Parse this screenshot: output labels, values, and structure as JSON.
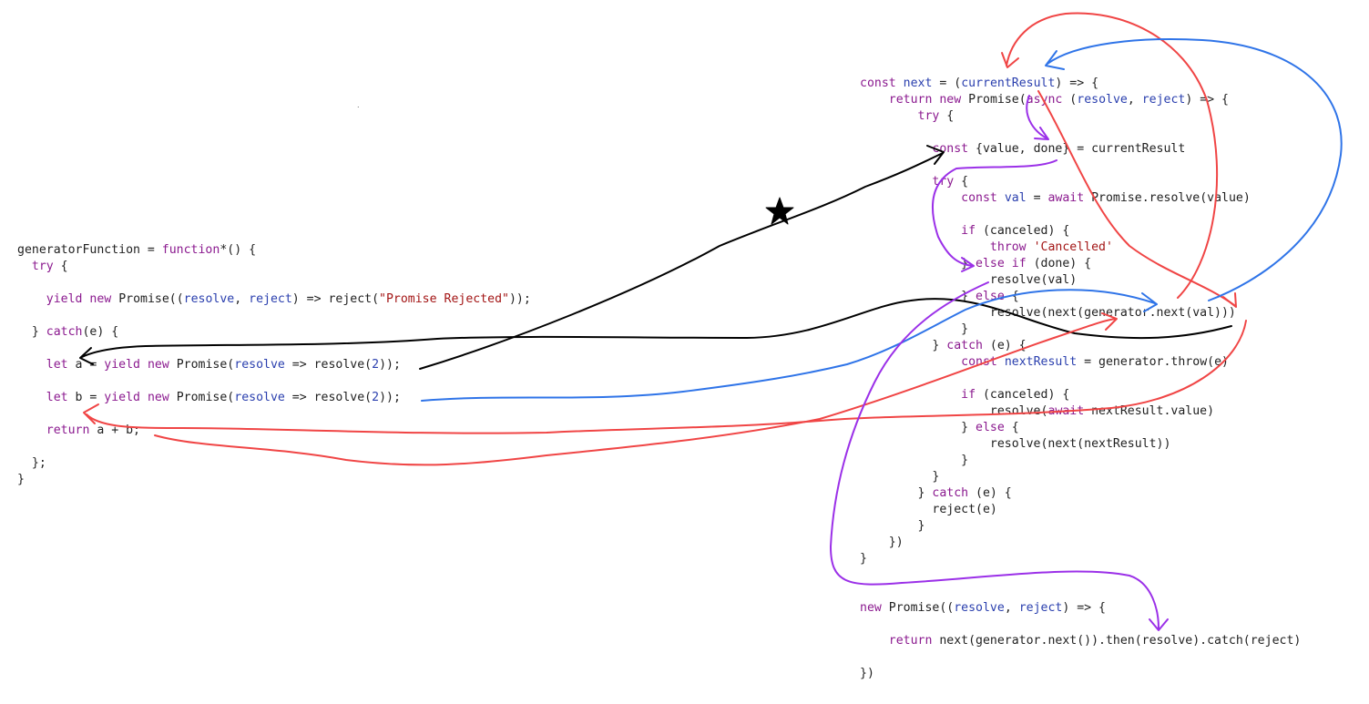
{
  "left_code": [
    [
      [
        "generatorFunction = ",
        ""
      ],
      [
        "function",
        "kw"
      ],
      [
        "*() {",
        ""
      ]
    ],
    [
      [
        "  ",
        ""
      ],
      [
        "try",
        "kw"
      ],
      [
        " {",
        ""
      ]
    ],
    [],
    [
      [
        "    ",
        ""
      ],
      [
        "yield",
        "kw"
      ],
      [
        " ",
        ""
      ],
      [
        "new",
        "kw"
      ],
      [
        " Promise((",
        ""
      ],
      [
        "resolve",
        "param"
      ],
      [
        ", ",
        ""
      ],
      [
        "reject",
        "param"
      ],
      [
        ") => reject(",
        ""
      ],
      [
        "\"Promise Rejected\"",
        "str"
      ],
      [
        "));",
        ""
      ]
    ],
    [],
    [
      [
        "  } ",
        ""
      ],
      [
        "catch",
        "kw"
      ],
      [
        "(e) {",
        ""
      ]
    ],
    [],
    [
      [
        "    ",
        ""
      ],
      [
        "let",
        "kw"
      ],
      [
        " a = ",
        ""
      ],
      [
        "yield",
        "kw"
      ],
      [
        " ",
        ""
      ],
      [
        "new",
        "kw"
      ],
      [
        " Promise(",
        ""
      ],
      [
        "resolve",
        "param"
      ],
      [
        " => resolve(",
        ""
      ],
      [
        "2",
        "param"
      ],
      [
        "));",
        ""
      ]
    ],
    [],
    [
      [
        "    ",
        ""
      ],
      [
        "let",
        "kw"
      ],
      [
        " b = ",
        ""
      ],
      [
        "yield",
        "kw"
      ],
      [
        " ",
        ""
      ],
      [
        "new",
        "kw"
      ],
      [
        " Promise(",
        ""
      ],
      [
        "resolve",
        "param"
      ],
      [
        " => resolve(",
        ""
      ],
      [
        "2",
        "param"
      ],
      [
        "));",
        ""
      ]
    ],
    [],
    [
      [
        "    ",
        ""
      ],
      [
        "return",
        "kw"
      ],
      [
        " a + b;",
        ""
      ]
    ],
    [],
    [
      [
        "  };",
        ""
      ]
    ],
    [
      [
        "}",
        ""
      ]
    ]
  ],
  "right_code": [
    [
      [
        "const",
        "kw"
      ],
      [
        " ",
        ""
      ],
      [
        "next",
        "param"
      ],
      [
        " = (",
        ""
      ],
      [
        "currentResult",
        "param"
      ],
      [
        ") => {",
        ""
      ]
    ],
    [
      [
        "    ",
        ""
      ],
      [
        "return",
        "kw"
      ],
      [
        " ",
        ""
      ],
      [
        "new",
        "kw"
      ],
      [
        " Promise(",
        ""
      ],
      [
        "async",
        "kw"
      ],
      [
        " (",
        ""
      ],
      [
        "resolve",
        "param"
      ],
      [
        ", ",
        ""
      ],
      [
        "reject",
        "param"
      ],
      [
        ") => {",
        ""
      ]
    ],
    [
      [
        "        ",
        ""
      ],
      [
        "try",
        "kw"
      ],
      [
        " {",
        ""
      ]
    ],
    [],
    [
      [
        "          ",
        ""
      ],
      [
        "const",
        "kw"
      ],
      [
        " {value, done} = currentResult",
        ""
      ]
    ],
    [],
    [
      [
        "          ",
        ""
      ],
      [
        "try",
        "kw"
      ],
      [
        " {",
        ""
      ]
    ],
    [
      [
        "              ",
        ""
      ],
      [
        "const",
        "kw"
      ],
      [
        " ",
        ""
      ],
      [
        "val",
        "param"
      ],
      [
        " = ",
        ""
      ],
      [
        "await",
        "kw"
      ],
      [
        " Promise.resolve(value)",
        ""
      ]
    ],
    [],
    [
      [
        "              ",
        ""
      ],
      [
        "if",
        "kw"
      ],
      [
        " (canceled) {",
        ""
      ]
    ],
    [
      [
        "                  ",
        ""
      ],
      [
        "throw",
        "kw"
      ],
      [
        " ",
        ""
      ],
      [
        "'Cancelled'",
        "str"
      ]
    ],
    [
      [
        "              } ",
        ""
      ],
      [
        "else",
        "kw"
      ],
      [
        " ",
        ""
      ],
      [
        "if",
        "kw"
      ],
      [
        " (done) {",
        ""
      ]
    ],
    [
      [
        "                  resolve(val)",
        ""
      ]
    ],
    [
      [
        "              } ",
        ""
      ],
      [
        "else",
        "kw"
      ],
      [
        " {",
        ""
      ]
    ],
    [
      [
        "                  resolve(next(generator.next(val)))",
        ""
      ]
    ],
    [
      [
        "              }",
        ""
      ]
    ],
    [
      [
        "          } ",
        ""
      ],
      [
        "catch",
        "kw"
      ],
      [
        " (e) {",
        ""
      ]
    ],
    [
      [
        "              ",
        ""
      ],
      [
        "const",
        "kw"
      ],
      [
        " ",
        ""
      ],
      [
        "nextResult",
        "param"
      ],
      [
        " = generator.throw(e)",
        ""
      ]
    ],
    [],
    [
      [
        "              ",
        ""
      ],
      [
        "if",
        "kw"
      ],
      [
        " (canceled) {",
        ""
      ]
    ],
    [
      [
        "                  resolve(",
        ""
      ],
      [
        "await",
        "kw"
      ],
      [
        " nextResult.value)",
        ""
      ]
    ],
    [
      [
        "              } ",
        ""
      ],
      [
        "else",
        "kw"
      ],
      [
        " {",
        ""
      ]
    ],
    [
      [
        "                  resolve(next(nextResult))",
        ""
      ]
    ],
    [
      [
        "              }",
        ""
      ]
    ],
    [
      [
        "          }",
        ""
      ]
    ],
    [
      [
        "        } ",
        ""
      ],
      [
        "catch",
        "kw"
      ],
      [
        " (e) {",
        ""
      ]
    ],
    [
      [
        "          reject(e)",
        ""
      ]
    ],
    [
      [
        "        }",
        ""
      ]
    ],
    [
      [
        "    })",
        ""
      ]
    ],
    [
      [
        "}",
        ""
      ]
    ],
    [],
    [],
    [
      [
        "",
        ""
      ],
      [
        "new",
        "kw"
      ],
      [
        " Promise((",
        ""
      ],
      [
        "resolve",
        "param"
      ],
      [
        ", ",
        ""
      ],
      [
        "reject",
        "param"
      ],
      [
        ") => {",
        ""
      ]
    ],
    [],
    [
      [
        "    ",
        ""
      ],
      [
        "return",
        "kw"
      ],
      [
        " next(generator.next()).then(resolve).catch(reject)",
        ""
      ]
    ],
    [],
    [
      [
        "})",
        ""
      ]
    ]
  ],
  "colors": {
    "keyword": "#8b1a8f",
    "param": "#2a3fae",
    "string": "#a31515",
    "arrow_black": "#000000",
    "arrow_red": "#f04545",
    "arrow_blue": "#2f74e8",
    "arrow_purple": "#9b30e8"
  },
  "annotations": [
    {
      "name": "arrow-black",
      "color": "black"
    },
    {
      "name": "arrow-red",
      "color": "red"
    },
    {
      "name": "arrow-blue",
      "color": "blue"
    },
    {
      "name": "arrow-purple",
      "color": "purple"
    },
    {
      "name": "star-icon",
      "color": "black"
    }
  ]
}
